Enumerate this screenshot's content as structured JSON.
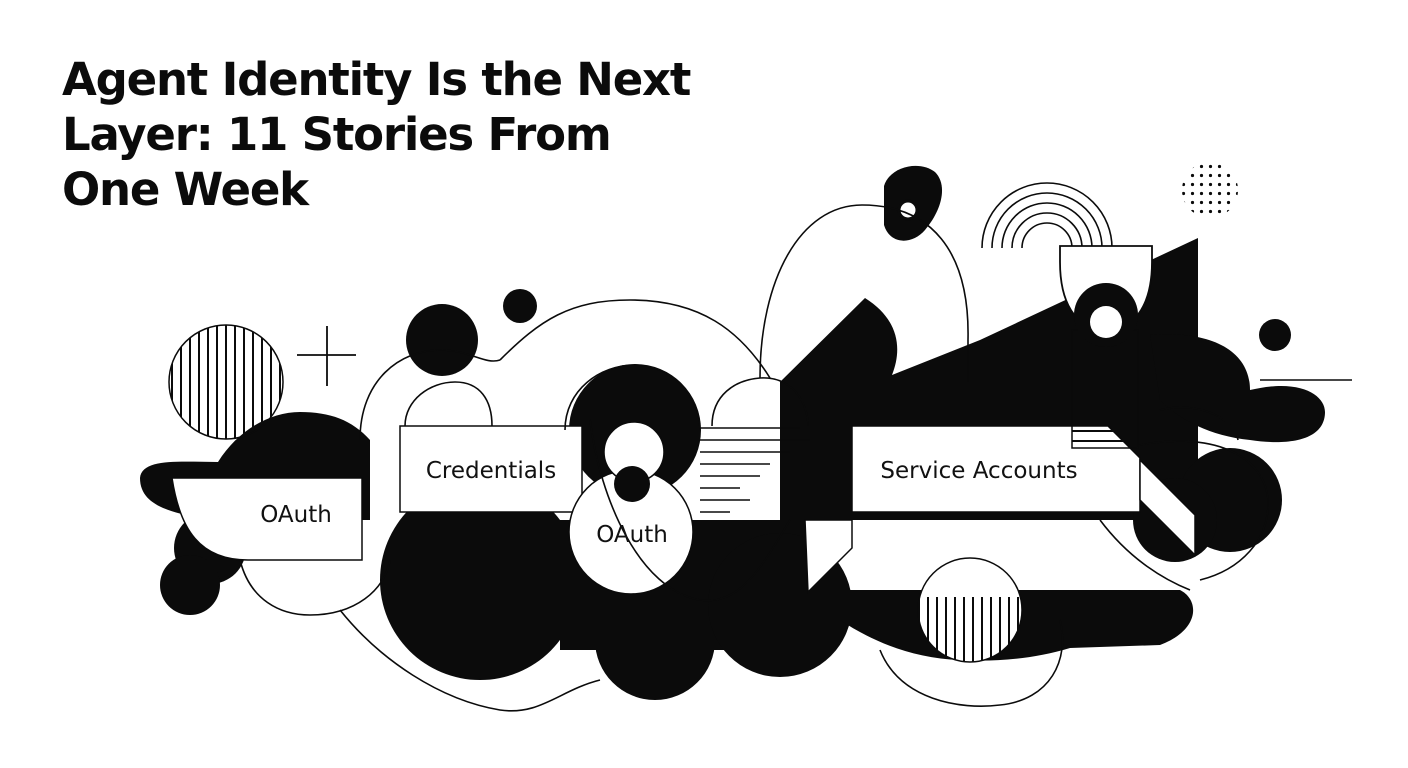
{
  "headline": {
    "line1": "Agent Identity Is the Next",
    "line2": "Layer: 11 Stories From",
    "line3": "One Week"
  },
  "labels": {
    "oauth_left": "OAuth",
    "credentials": "Credentials",
    "oauth_center": "OAuth",
    "service_accounts": "Service Accounts"
  },
  "colors": {
    "ink": "#0b0b0b",
    "paper": "#ffffff"
  }
}
